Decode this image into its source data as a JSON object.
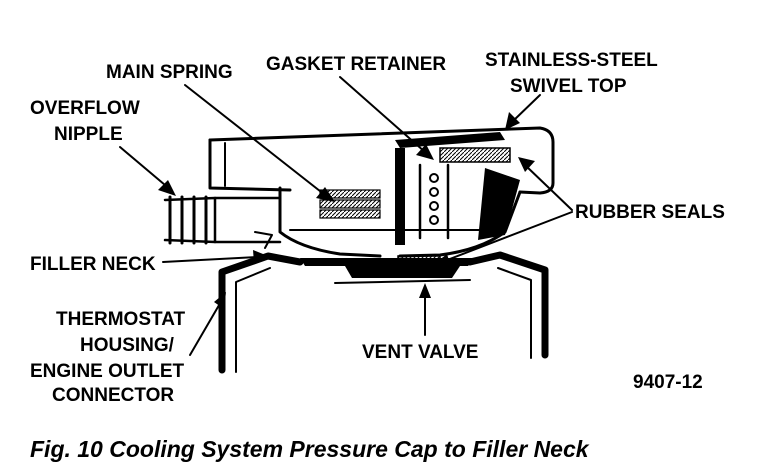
{
  "labels": {
    "main_spring": "MAIN SPRING",
    "gasket_retainer": "GASKET RETAINER",
    "stainless_steel_line1": "STAINLESS-STEEL",
    "stainless_steel_line2": "SWIVEL TOP",
    "overflow_line1": "OVERFLOW",
    "overflow_line2": "NIPPLE",
    "rubber_seals": "RUBBER SEALS",
    "filler_neck": "FILLER NECK",
    "thermostat_line1": "THERMOSTAT",
    "thermostat_line2": "HOUSING/",
    "thermostat_line3": "ENGINE OUTLET",
    "thermostat_line4": "CONNECTOR",
    "vent_valve": "VENT VALVE"
  },
  "figure_number": "9407-12",
  "caption": "Fig. 10 Cooling System Pressure Cap to Filler Neck",
  "colors": {
    "ink": "#000000",
    "background": "#ffffff"
  }
}
